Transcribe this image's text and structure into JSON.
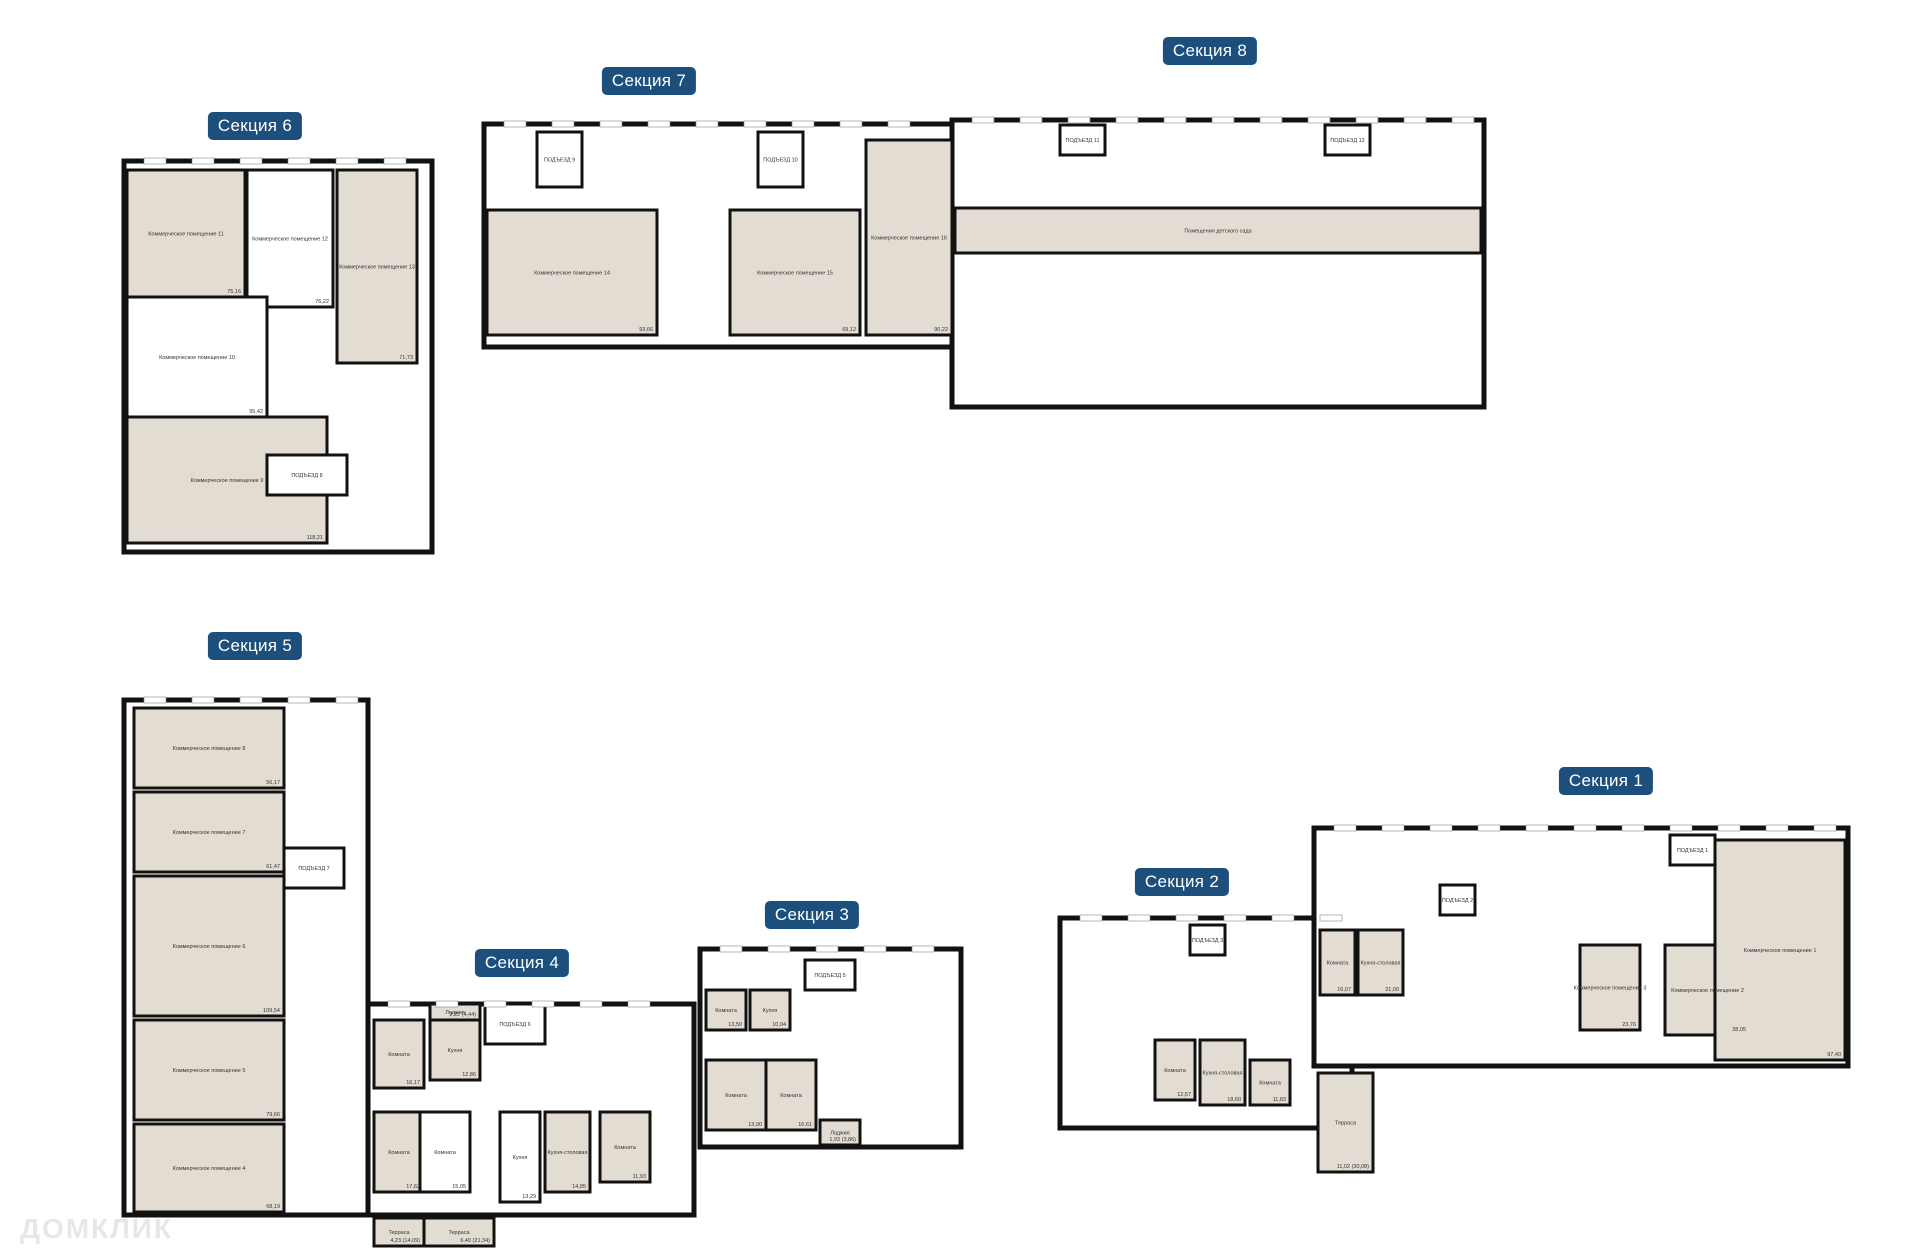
{
  "colors": {
    "badge": "#1d4f7c",
    "room_fill": "#e3dcd2",
    "wall": "#111111",
    "common": "#ffffff"
  },
  "watermark": "ДОМКЛИК",
  "sections": [
    {
      "id": "s6",
      "label": "Секция 6"
    },
    {
      "id": "s7",
      "label": "Секция 7"
    },
    {
      "id": "s8",
      "label": "Секция 8"
    },
    {
      "id": "s5",
      "label": "Секция 5"
    },
    {
      "id": "s4",
      "label": "Секция 4"
    },
    {
      "id": "s3",
      "label": "Секция 3"
    },
    {
      "id": "s2",
      "label": "Секция 2"
    },
    {
      "id": "s1",
      "label": "Секция 1"
    }
  ],
  "rooms": {
    "s6": [
      {
        "name": "Коммерческое помещение 11",
        "area": "75,16"
      },
      {
        "name": "Коммерческое помещение 12",
        "area": "76,22"
      },
      {
        "name": "Коммерческое помещение 13",
        "area": "71,73"
      },
      {
        "name": "Коммерческое помещение 10",
        "area": "95,42"
      },
      {
        "name": "Коммерческое помещение 9",
        "area": "118,21"
      },
      {
        "name": "ПОДЪЕЗД 8",
        "area": ""
      }
    ],
    "s7": [
      {
        "name": "Коммерческое помещение 14",
        "area": "93,66"
      },
      {
        "name": "Коммерческое помещение 15",
        "area": "69,12"
      },
      {
        "name": "Коммерческое помещение 16",
        "area": "90,22"
      },
      {
        "name": "ПОДЪЕЗД 9",
        "area": ""
      },
      {
        "name": "ПОДЪЕЗД 10",
        "area": ""
      }
    ],
    "s8": [
      {
        "name": "Помещения детского сада",
        "area": ""
      },
      {
        "name": "ПОДЪЕЗД 11",
        "area": ""
      },
      {
        "name": "ПОДЪЕЗД 12",
        "area": ""
      }
    ],
    "s5": [
      {
        "name": "Коммерческое помещение 8",
        "area": "56,17"
      },
      {
        "name": "Коммерческое помещение 7",
        "area": "61,47"
      },
      {
        "name": "Коммерческое помещение 6",
        "area": "109,54"
      },
      {
        "name": "Коммерческое помещение 5",
        "area": "79,66"
      },
      {
        "name": "Коммерческое помещение 4",
        "area": "68,19"
      },
      {
        "name": "ПОДЪЕЗД 7",
        "area": ""
      }
    ],
    "s4": [
      {
        "name": "Комната",
        "area": "16,17"
      },
      {
        "name": "Кухня",
        "area": "12,86"
      },
      {
        "name": "Лоджия",
        "area": "2,22 (4,44)"
      },
      {
        "name": "Комната",
        "area": "17,62"
      },
      {
        "name": "Комната",
        "area": "15,05"
      },
      {
        "name": "Кухня",
        "area": "13,29"
      },
      {
        "name": "Кухня-столовая",
        "area": "14,85"
      },
      {
        "name": "Комната",
        "area": "11,93"
      },
      {
        "name": "Терраса",
        "area": "4,23 (14,09)"
      },
      {
        "name": "Терраса",
        "area": "6,40 (21,34)"
      },
      {
        "name": "ПОДЪЕЗД 6",
        "area": ""
      }
    ],
    "s3": [
      {
        "name": "Комната",
        "area": "13,50"
      },
      {
        "name": "Кухня",
        "area": "10,04"
      },
      {
        "name": "Комната",
        "area": "13,90"
      },
      {
        "name": "Комната",
        "area": "16,61"
      },
      {
        "name": "Лоджия",
        "area": "1,93 (3,86)"
      },
      {
        "name": "ПОДЪЕЗД 5",
        "area": ""
      }
    ],
    "s2": [
      {
        "name": "Комната",
        "area": "12,57"
      },
      {
        "name": "Кухня-столовая",
        "area": "18,60"
      },
      {
        "name": "Комната",
        "area": "11,83"
      },
      {
        "name": "Комната",
        "area": "16,07"
      },
      {
        "name": "Кухня-столовая",
        "area": "21,00"
      },
      {
        "name": "Терраса",
        "area": "11,02 (30,08)"
      },
      {
        "name": "ПОДЪЕЗД 3",
        "area": ""
      },
      {
        "name": "ПОДЪЕЗД 2",
        "area": ""
      }
    ],
    "s1": [
      {
        "name": "Коммерческое помещение 3",
        "area": "23,76"
      },
      {
        "name": "Коммерческое помещение 2",
        "area": "38,05"
      },
      {
        "name": "Коммерческое помещение 1",
        "area": "97,40"
      },
      {
        "name": "ПОДЪЕЗД 1",
        "area": ""
      }
    ]
  }
}
